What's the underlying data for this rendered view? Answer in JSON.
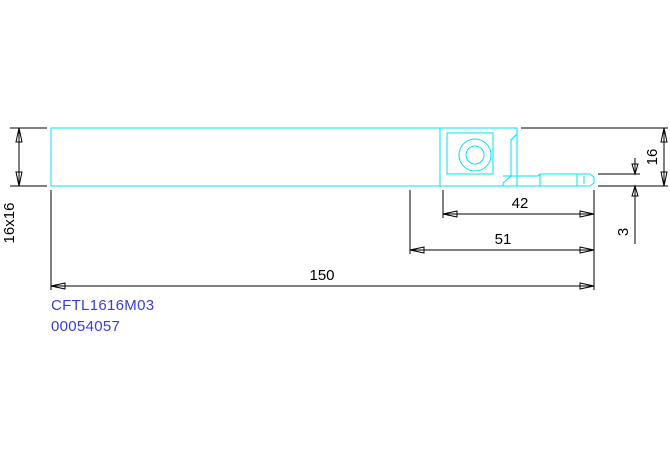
{
  "drawing": {
    "colors": {
      "geometry": "#00e5ee",
      "dimension": "#000000",
      "label": "#3c3cd8",
      "background": "#ffffff"
    },
    "dimensions": {
      "length_overall": "150",
      "length_51": "51",
      "length_42": "42",
      "height": "16",
      "shank_section": "16x16",
      "insert_width": "3"
    },
    "labels": {
      "part_number": "CFTL1616M03",
      "item_code": "00054057"
    }
  }
}
